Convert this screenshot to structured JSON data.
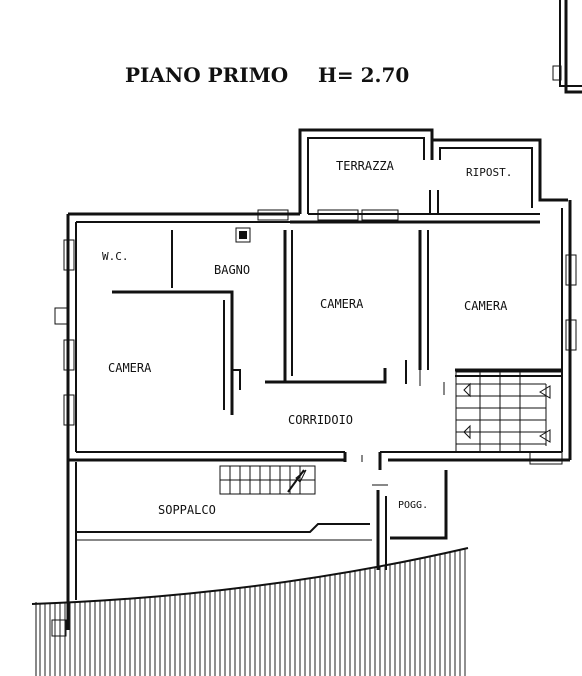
{
  "plan": {
    "title": "PIANO PRIMO",
    "height_label": "H= 2.70",
    "rooms": {
      "terrazza": "TERRAZZA",
      "ripost": "RIPOST.",
      "wc": "W.C.",
      "bagno": "BAGNO",
      "camera_1": "CAMERA",
      "camera_2": "CAMERA",
      "camera_3": "CAMERA",
      "corridoio": "CORRIDOIO",
      "soppalco": "SOPPALCO",
      "pogg": "POGG."
    }
  }
}
